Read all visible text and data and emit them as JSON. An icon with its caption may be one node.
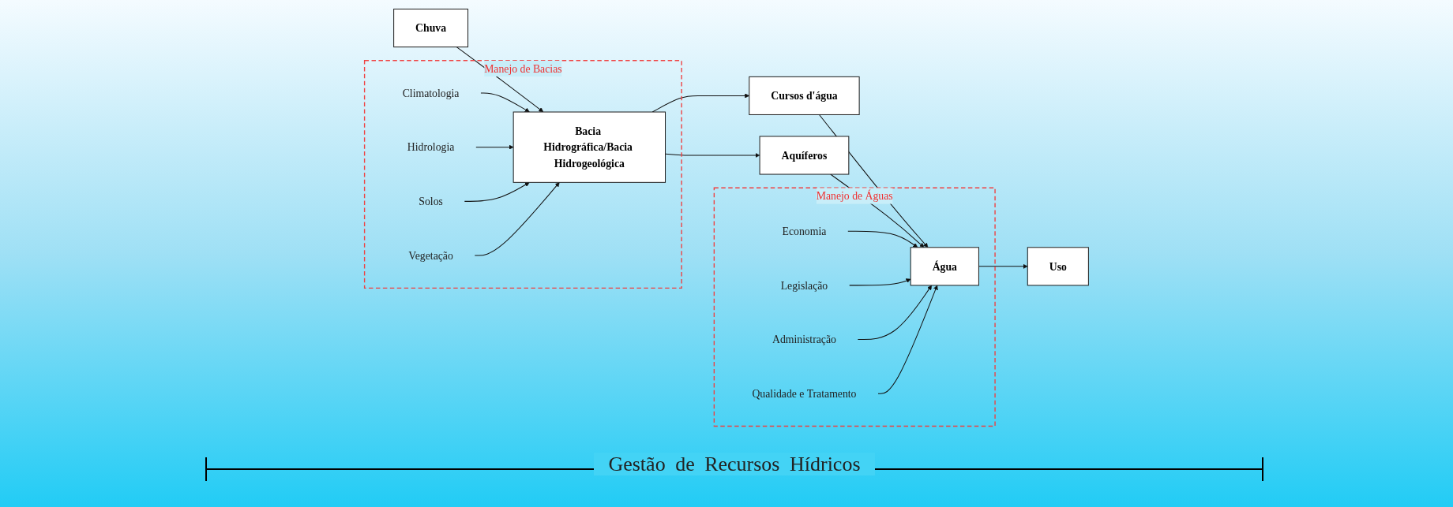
{
  "diagram": {
    "nodes": [
      {
        "text": [
          "Chuva"
        ]
      },
      {
        "text": [
          "Manejo de Bacias"
        ]
      },
      {
        "text": [
          "Climatologia"
        ],
        "in": 1
      },
      {
        "text": [
          "Hidrologia"
        ],
        "in": 1
      },
      {
        "text": [
          "Bacia Hidrográfica/Bacia Hidrogeológica"
        ],
        "in": 1
      },
      {
        "text": [
          "Solos"
        ],
        "in": 1
      },
      {
        "text": [
          "Vegetação"
        ],
        "in": 1
      },
      {
        "text": [
          "Cursos d'água"
        ]
      },
      {
        "text": [
          "Aquíferos"
        ]
      },
      {
        "text": [
          "Manejo de Águas"
        ]
      },
      {
        "text": [
          "Economia"
        ],
        "in": 9
      },
      {
        "text": [
          "Legislação"
        ],
        "in": 9
      },
      {
        "text": [
          "Água"
        ],
        "in": 9
      },
      {
        "text": [
          "Administração"
        ],
        "in": 9
      },
      {
        "text": [
          "Qualidade e Tratamento"
        ],
        "in": 9
      },
      {
        "text": [
          "Uso"
        ]
      }
    ],
    "edges": [
      {
        "from": 0,
        "to": 4,
        "arrow": "to"
      },
      {
        "from": 2,
        "to": 4,
        "arrow": "to"
      },
      {
        "from": 3,
        "to": 4,
        "arrow": "to"
      },
      {
        "from": 5,
        "to": 4,
        "arrow": "to"
      },
      {
        "from": 6,
        "to": 4,
        "arrow": "to"
      },
      {
        "from": 4,
        "to": 7,
        "arrow": "to"
      },
      {
        "from": 4,
        "to": 8,
        "arrow": "to"
      },
      {
        "from": 7,
        "to": 12,
        "arrow": "to"
      },
      {
        "from": 8,
        "to": 12,
        "arrow": "to"
      },
      {
        "from": 10,
        "to": 12,
        "arrow": "to"
      },
      {
        "from": 11,
        "to": 12,
        "arrow": "to"
      },
      {
        "from": 13,
        "to": 12,
        "arrow": "to"
      },
      {
        "from": 14,
        "to": 12,
        "arrow": "to"
      },
      {
        "from": 12,
        "to": 15,
        "arrow": "to"
      }
    ],
    "labels": [
      "Gestão de Recursos Hídricos"
    ]
  }
}
